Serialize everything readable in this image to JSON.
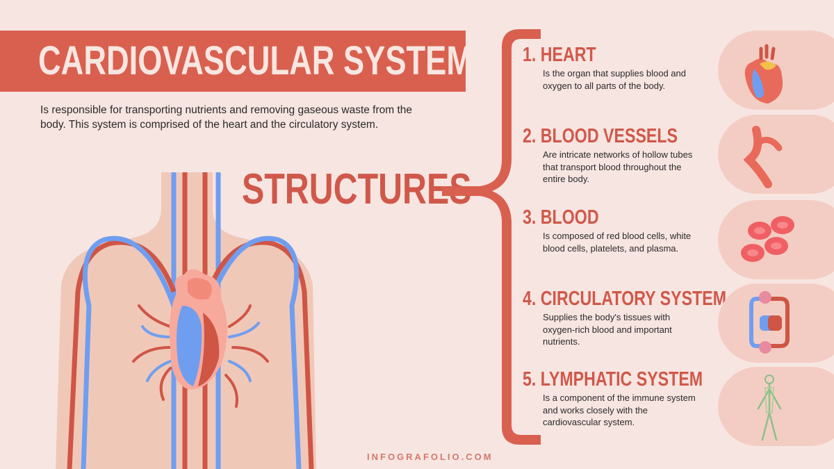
{
  "title": "CARDIOVASCULAR SYSTEM",
  "intro": "Is responsible for transporting nutrients and removing gaseous waste from the body. This system is comprised of the heart and the circulatory system.",
  "section_label": "STRUCTURES",
  "footer": "INFOGRAFOLIO.COM",
  "colors": {
    "background": "#f7e5e1",
    "accent": "#d9604f",
    "artery_red": "#cf5545",
    "vein_blue": "#6f9ef0",
    "skin": "#f0c8b8",
    "pill": "#f3cdc3"
  },
  "items": [
    {
      "number": "1.",
      "name": "HEART",
      "description": "Is the organ that supplies blood and oxygen to all parts of the body.",
      "icon": "heart-icon"
    },
    {
      "number": "2.",
      "name": "BLOOD VESSELS",
      "description": "Are intricate networks of hollow tubes that transport blood throughout the entire body.",
      "icon": "blood-vessel-icon"
    },
    {
      "number": "3.",
      "name": "BLOOD",
      "description": "Is composed of red blood cells, white blood cells, platelets, and plasma.",
      "icon": "blood-cells-icon"
    },
    {
      "number": "4.",
      "name": "CIRCULATORY SYSTEM",
      "description": "Supplies the body's tissues with oxygen-rich blood and important nutrients.",
      "icon": "circulatory-loop-icon"
    },
    {
      "number": "5.",
      "name": "LYMPHATIC SYSTEM",
      "description": "Is a component of the immune system and works closely with the cardiovascular system.",
      "icon": "lymphatic-body-icon"
    }
  ]
}
